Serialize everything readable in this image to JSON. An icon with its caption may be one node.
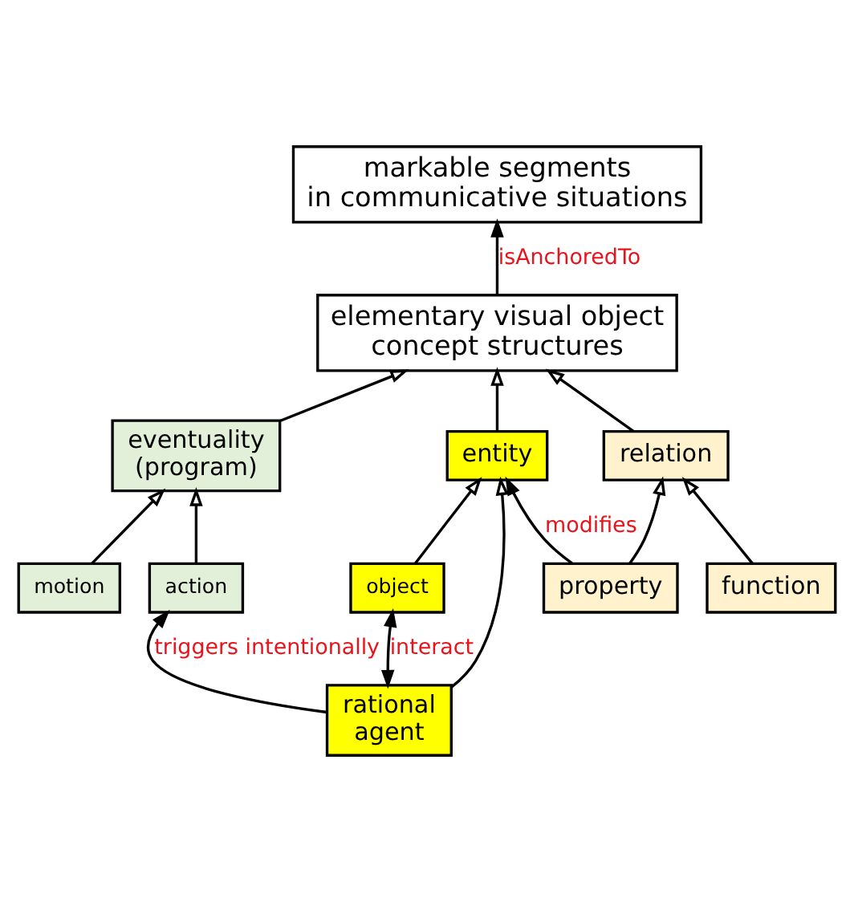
{
  "diagram": {
    "nodes": [
      {
        "text": [
          "markable segments in communicative situations"
        ]
      },
      {
        "text": [
          "elementary visual object concept structures"
        ]
      },
      {
        "text": [
          "eventuality (program)"
        ]
      },
      {
        "text": [
          "entity"
        ]
      },
      {
        "text": [
          "relation"
        ]
      },
      {
        "text": [
          "property"
        ]
      },
      {
        "text": [
          "motion"
        ]
      },
      {
        "text": [
          "action"
        ]
      },
      {
        "text": [
          "object"
        ]
      },
      {
        "text": [
          "function"
        ]
      },
      {
        "text": [
          "rational agent"
        ]
      }
    ],
    "edges": [
      {
        "from": 1,
        "to": 0,
        "arrow": "to",
        "label": "isAnchoredTo"
      },
      {
        "from": 2,
        "to": 1,
        "arrow": "to"
      },
      {
        "from": 3,
        "to": 1,
        "arrow": "to"
      },
      {
        "from": 4,
        "to": 1,
        "arrow": "to"
      },
      {
        "from": 5,
        "to": 3,
        "arrow": "to",
        "label": "modifies"
      },
      {
        "from": 5,
        "to": 4,
        "arrow": "to"
      },
      {
        "from": 9,
        "to": 4,
        "arrow": "to"
      },
      {
        "from": 6,
        "to": 2,
        "arrow": "to"
      },
      {
        "from": 7,
        "to": 2,
        "arrow": "to"
      },
      {
        "from": 10,
        "to": 3,
        "arrow": "to"
      },
      {
        "from": 8,
        "to": 3,
        "arrow": "to"
      },
      {
        "from": 10,
        "to": 7,
        "arrow": "to",
        "label": "triggers intentionally"
      },
      {
        "from": 10,
        "to": 8,
        "arrow": "both",
        "label": "interact"
      }
    ]
  }
}
